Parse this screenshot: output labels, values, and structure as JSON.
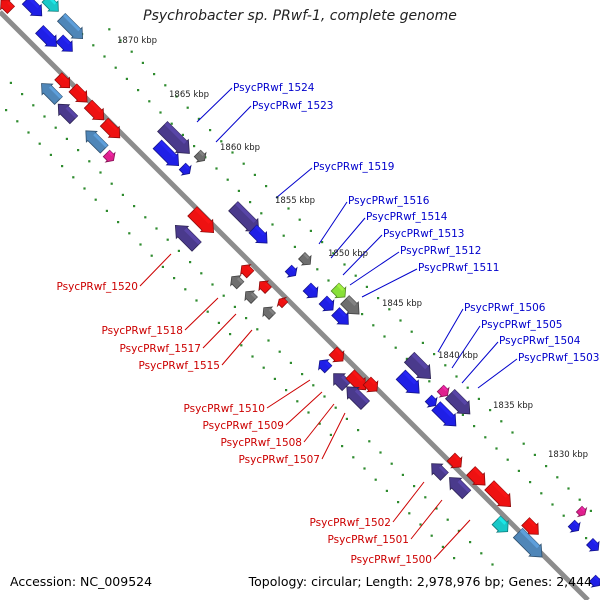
{
  "title": "Psychrobacter sp. PRwf-1, complete genome",
  "footer": {
    "accession": "Accession: NC_009524",
    "info": "Topology: circular; Length: 2,978,976 bp; Genes: 2,444"
  },
  "colors": {
    "backbone": "#8c8c8c",
    "tick_dot": "#2e8b2e",
    "label_forward": "#0000cc",
    "label_reverse": "#cc0000",
    "gene_blue": "#1f1fe6",
    "gene_red": "#ee1111",
    "gene_purple": "#4a3a8c",
    "gene_steel": "#4f86b8",
    "gene_gray": "#6e6e6e",
    "gene_cyan": "#18c8c8",
    "gene_magenta": "#e0208e",
    "gene_lime": "#88e038"
  },
  "kbp_labels": [
    "1870 kbp",
    "1865 kbp",
    "1860 kbp",
    "1855 kbp",
    "1850 kbp",
    "1845 kbp",
    "1840 kbp",
    "1835 kbp",
    "1830 kbp"
  ],
  "forward_labels": [
    "PsycPRwf_1524",
    "PsycPRwf_1523",
    "PsycPRwf_1519",
    "PsycPRwf_1516",
    "PsycPRwf_1514",
    "PsycPRwf_1513",
    "PsycPRwf_1512",
    "PsycPRwf_1511",
    "PsycPRwf_1506",
    "PsycPRwf_1505",
    "PsycPRwf_1504",
    "PsycPRwf_1503"
  ],
  "reverse_labels": [
    "PsycPRwf_1520",
    "PsycPRwf_1518",
    "PsycPRwf_1517",
    "PsycPRwf_1515",
    "PsycPRwf_1510",
    "PsycPRwf_1509",
    "PsycPRwf_1508",
    "PsycPRwf_1507",
    "PsycPRwf_1502",
    "PsycPRwf_1501",
    "PsycPRwf_1500"
  ]
}
